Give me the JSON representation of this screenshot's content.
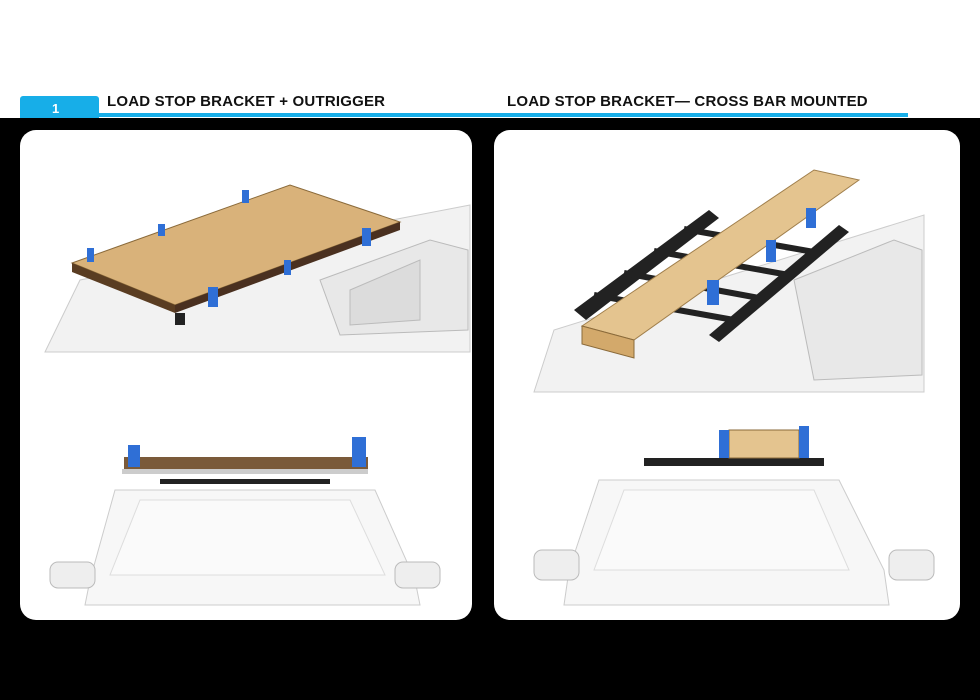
{
  "page_number": "1",
  "headings": {
    "left": "LOAD STOP BRACKET + OUTRIGGER",
    "right": "LOAD STOP BRACKET— CROSS BAR MOUNTED"
  },
  "colors": {
    "accent": "#17aee8",
    "bracket": "#2f6fd6",
    "wood": "#d9b27a"
  }
}
